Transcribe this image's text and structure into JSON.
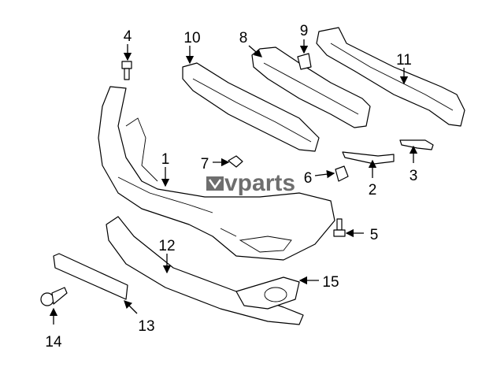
{
  "diagram": {
    "watermark": "vparts",
    "callouts": [
      {
        "number": "1",
        "part": "bumper-cover"
      },
      {
        "number": "2",
        "part": "bracket"
      },
      {
        "number": "3",
        "part": "bracket"
      },
      {
        "number": "4",
        "part": "bolt"
      },
      {
        "number": "5",
        "part": "bolt"
      },
      {
        "number": "6",
        "part": "clip"
      },
      {
        "number": "7",
        "part": "clip"
      },
      {
        "number": "8",
        "part": "energy-absorber"
      },
      {
        "number": "9",
        "part": "bracket"
      },
      {
        "number": "10",
        "part": "absorber"
      },
      {
        "number": "11",
        "part": "reinforcement-bar"
      },
      {
        "number": "12",
        "part": "lower-valance"
      },
      {
        "number": "13",
        "part": "license-plate-bracket"
      },
      {
        "number": "14",
        "part": "bolt"
      },
      {
        "number": "15",
        "part": "fog-lamp-bezel"
      }
    ]
  }
}
